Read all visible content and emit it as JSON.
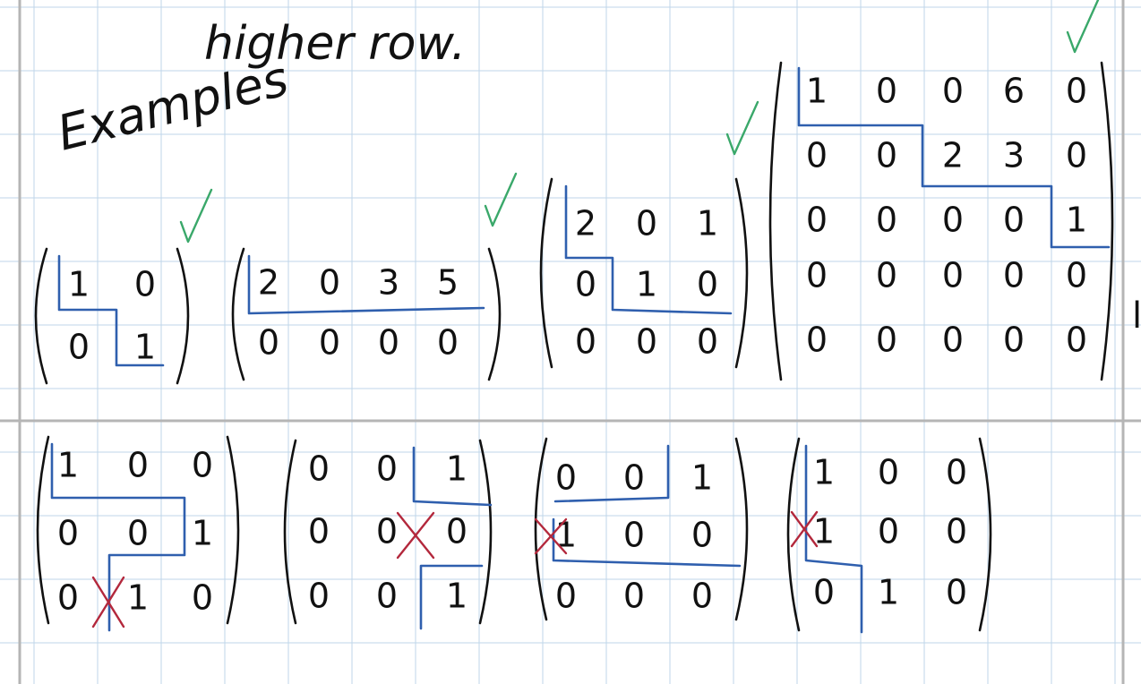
{
  "notes": {
    "top_line": "higher row.",
    "heading": "Examples",
    "colors": {
      "ink": "#111111",
      "pivot_line": "#2f5fae",
      "check": "#3aa86a",
      "cross": "#b3283c",
      "grid": "#bfd6ea"
    }
  },
  "matrices": [
    {
      "id": "m1",
      "rows": [
        [
          "1",
          "0"
        ],
        [
          "0",
          "1"
        ]
      ],
      "mark": "check"
    },
    {
      "id": "m2",
      "rows": [
        [
          "2",
          "0",
          "3",
          "5"
        ],
        [
          "0",
          "0",
          "0",
          "0"
        ]
      ],
      "mark": "check"
    },
    {
      "id": "m3",
      "rows": [
        [
          "2",
          "0",
          "1"
        ],
        [
          "0",
          "1",
          "0"
        ],
        [
          "0",
          "0",
          "0"
        ]
      ],
      "mark": "check"
    },
    {
      "id": "m4",
      "rows": [
        [
          "1",
          "0",
          "0",
          "6",
          "0"
        ],
        [
          "0",
          "0",
          "2",
          "3",
          "0"
        ],
        [
          "0",
          "0",
          "0",
          "0",
          "1"
        ],
        [
          "0",
          "0",
          "0",
          "0",
          "0"
        ],
        [
          "0",
          "0",
          "0",
          "0",
          "0"
        ]
      ],
      "mark": "check"
    },
    {
      "id": "m5",
      "rows": [
        [
          "1",
          "0",
          "0"
        ],
        [
          "0",
          "0",
          "1"
        ],
        [
          "0",
          "1",
          "0"
        ]
      ],
      "mark": "cross"
    },
    {
      "id": "m6",
      "rows": [
        [
          "0",
          "0",
          "1"
        ],
        [
          "0",
          "0",
          "0"
        ],
        [
          "0",
          "0",
          "1"
        ]
      ],
      "mark": "cross"
    },
    {
      "id": "m7",
      "rows": [
        [
          "0",
          "0",
          "1"
        ],
        [
          "1",
          "0",
          "0"
        ],
        [
          "0",
          "0",
          "0"
        ]
      ],
      "mark": "cross"
    },
    {
      "id": "m8",
      "rows": [
        [
          "1",
          "0",
          "0"
        ],
        [
          "1",
          "0",
          "0"
        ],
        [
          "0",
          "1",
          "0"
        ]
      ],
      "mark": "cross"
    }
  ],
  "margin_fragment": "l"
}
